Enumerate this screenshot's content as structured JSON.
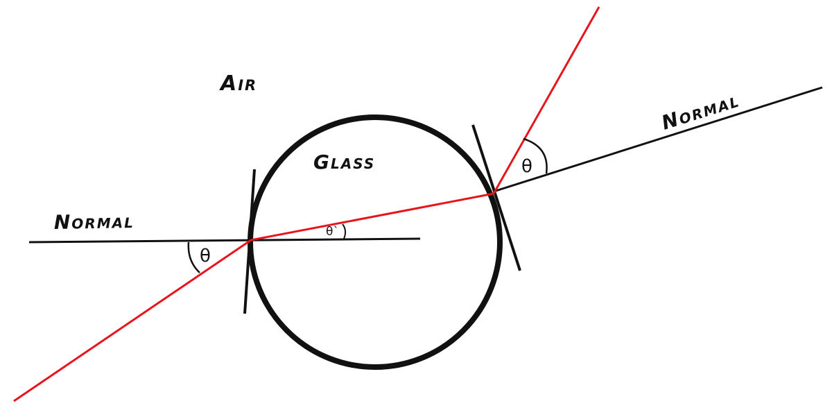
{
  "labels": {
    "air": "Air",
    "glass": "Glass",
    "normal_left": "Normal",
    "normal_right": "Normal",
    "theta_incident": "θ",
    "theta_refracted": "θ`",
    "theta_exit": "θ"
  },
  "colors": {
    "ray": "#e8141c",
    "line": "#111111",
    "circle": "#111111",
    "background": "#ffffff"
  }
}
